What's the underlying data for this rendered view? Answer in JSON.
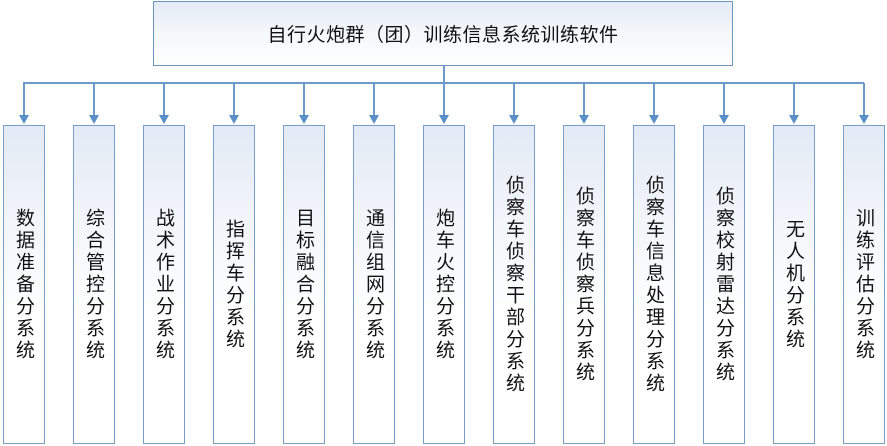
{
  "diagram": {
    "root": {
      "label": "自行火炮群（团）训练信息系统训练软件"
    },
    "children": [
      {
        "label": "数据准备分系统"
      },
      {
        "label": "综合管控分系统"
      },
      {
        "label": "战术作业分系统"
      },
      {
        "label": "指挥车分系统"
      },
      {
        "label": "目标融合分系统"
      },
      {
        "label": "通信组网分系统"
      },
      {
        "label": "炮车火控分系统"
      },
      {
        "label": "侦察车侦察干部分系统"
      },
      {
        "label": "侦察车侦察兵分系统"
      },
      {
        "label": "侦察车信息处理分系统"
      },
      {
        "label": "侦察校射雷达分系统"
      },
      {
        "label": "无人机分系统"
      },
      {
        "label": "训练评估分系统"
      }
    ],
    "colors": {
      "border": "#7a9cc6",
      "connector": "#6e9acb",
      "fill_top": "#e3eaf5",
      "fill_bottom": "#ffffff"
    }
  }
}
